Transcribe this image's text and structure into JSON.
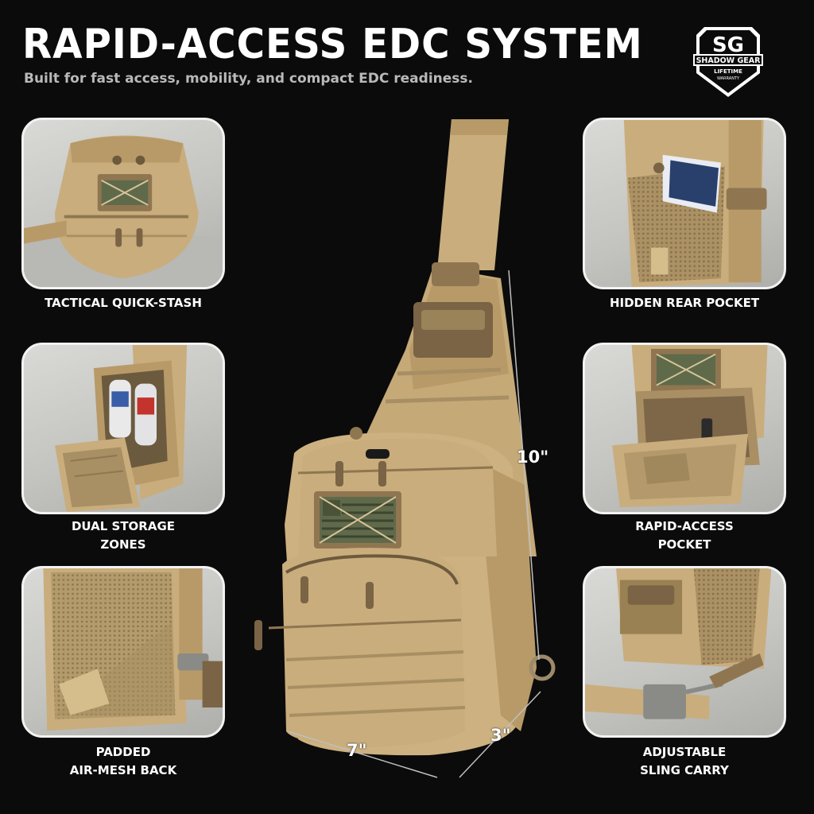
{
  "header": {
    "title": "RAPID-ACCESS EDC SYSTEM",
    "subtitle": "Built for fast access, mobility, and compact EDC readiness."
  },
  "logo": {
    "monogram": "SG",
    "brand": "SHADOW GEAR",
    "badge_line1": "LIFETIME",
    "badge_line2": "WARRANTY"
  },
  "features": {
    "left_top": {
      "line1": "TACTICAL QUICK-STASH",
      "line2": ""
    },
    "left_middle": {
      "line1": "DUAL STORAGE",
      "line2": "ZONES"
    },
    "left_bottom": {
      "line1": "PADDED",
      "line2": "AIR-MESH BACK"
    },
    "right_top": {
      "line1": "HIDDEN REAR POCKET",
      "line2": ""
    },
    "right_middle": {
      "line1": "RAPID-ACCESS",
      "line2": "POCKET"
    },
    "right_bottom": {
      "line1": "ADJUSTABLE",
      "line2": "SLING CARRY"
    }
  },
  "dimensions": {
    "height": "10\"",
    "width": "7\"",
    "depth": "3\""
  },
  "colors": {
    "background": "#0b0b0b",
    "tan": "#c9ad7c",
    "tan_dark": "#8f7650",
    "panel_bg": "#cfcfcb"
  }
}
